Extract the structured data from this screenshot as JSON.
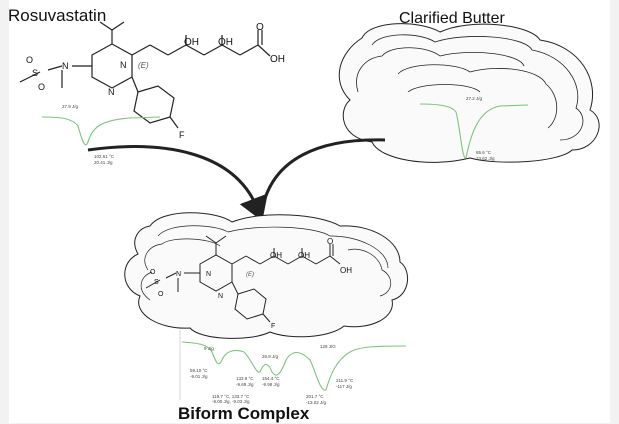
{
  "titles": {
    "rosuvastatin": "Rosuvastatin",
    "clarified_butter": "Clarified Butter",
    "biform_complex": "Biform Complex"
  },
  "molecule_labels": {
    "oh1": "OH",
    "oh2": "OH",
    "oh3": "OH",
    "o": "O",
    "n1": "N",
    "n2": "N",
    "n3": "N",
    "s": "S",
    "o_left": "O",
    "o_bottom": "O",
    "f": "F",
    "e": "(E)"
  },
  "thermograms": {
    "rosu": {
      "peak_area": "27.9 J/g",
      "peak_temp": "102.61 °C",
      "peak_enthalpy": "20.41 J/g"
    },
    "butter": {
      "peak_area": "27.2 J/g",
      "peak_temp": "65.6 °C",
      "peak_enthalpy": "23.62 J/g"
    },
    "biform": {
      "area1": "9 J/g",
      "area2": "26.9 J/g",
      "area3": "128 J/G",
      "p1_temp": "59.10 °C",
      "p1_enth": "-9.01 J/g",
      "p2_temp": "133.9 °C",
      "p2_enth": "-9.69 J/g",
      "p3_temp": "154.4 °C",
      "p3_enth": "-9.98 J/g",
      "p4_temp": "119.7 °C, 133.7 °C",
      "p4_enth": "-9.00 J/g, -9.03 J/g",
      "p5_temp": "201.7 °C",
      "p5_enth": "-13.02 J/g",
      "p6_temp": "211.9 °C",
      "p6_enth": "-117 J/g"
    }
  },
  "colors": {
    "thermogram_line": "#7cc47a",
    "arrow": "#222222",
    "outline": "#333333"
  }
}
